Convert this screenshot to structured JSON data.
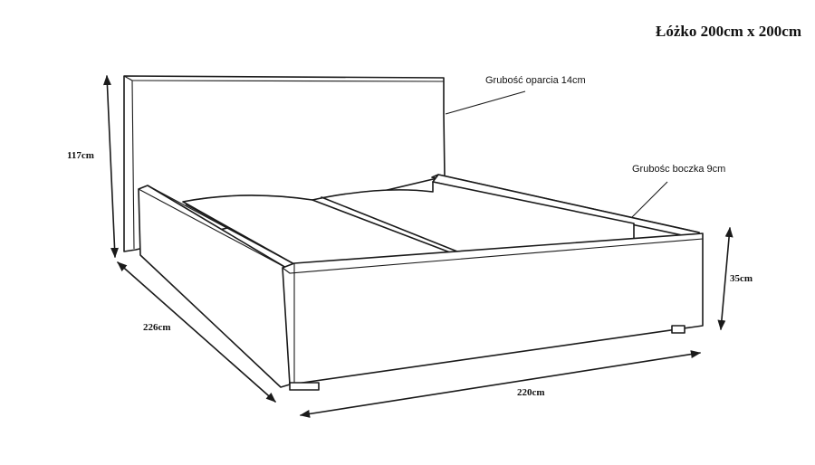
{
  "title": "Łóżko 200cm x 200cm",
  "dimensions": {
    "height_total": "117cm",
    "length": "226cm",
    "width": "220cm",
    "frame_height": "35cm"
  },
  "annotations": {
    "headboard_thickness": "Grubość oparcia 14cm",
    "side_thickness": "Grubośc boczka 9cm"
  },
  "colors": {
    "line": "#1a1a1a",
    "background": "#ffffff"
  }
}
